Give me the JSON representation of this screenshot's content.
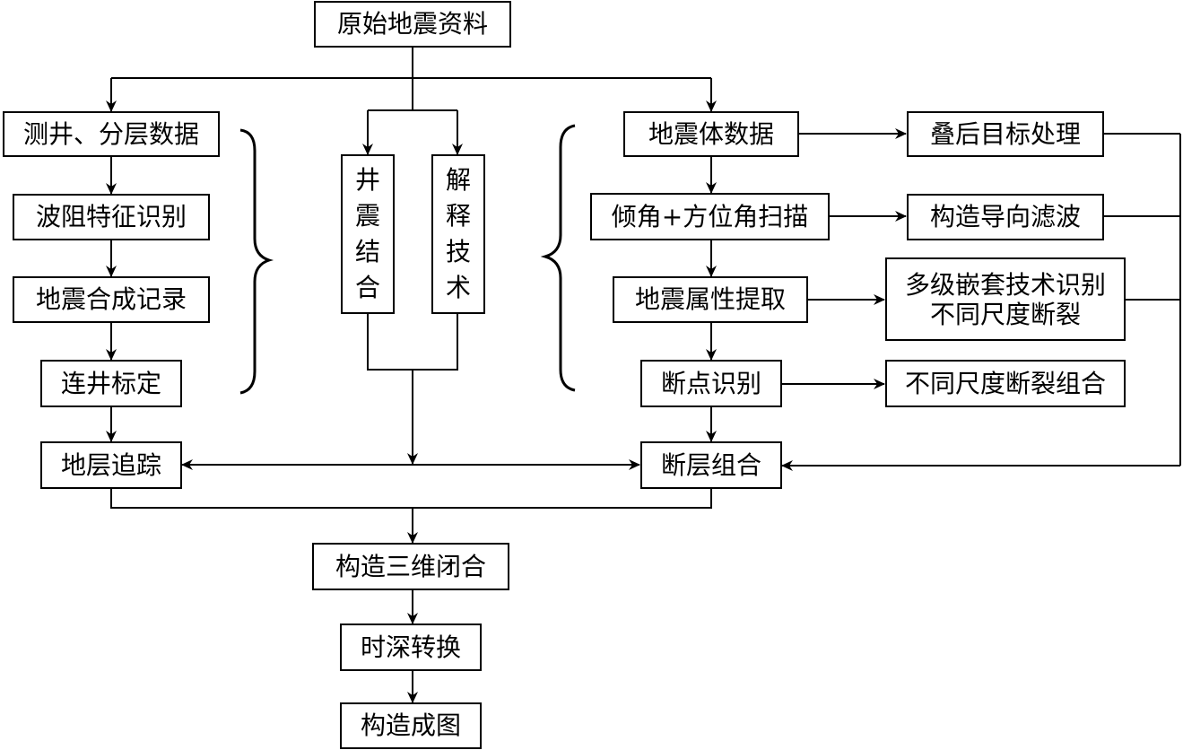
{
  "nodes": {
    "raw_data": "原始地震资料",
    "well_logs": "测井、分层数据",
    "impedance": "波阻特征识别",
    "synthetic": "地震合成记录",
    "well_calib": "连井标定",
    "horizon_track": "地层追踪",
    "well_seismic": [
      "井",
      "震",
      "结",
      "合"
    ],
    "interp_tech": [
      "解",
      "释",
      "技",
      "术"
    ],
    "seismic_volume": "地震体数据",
    "post_stack": "叠后目标处理",
    "dip_scan": "倾角+方位角扫描",
    "structure_filter": "构造导向滤波",
    "attr_extract": "地震属性提取",
    "multilevel": [
      "多级嵌套技术识别",
      "不同尺度断裂"
    ],
    "breakpoint": "断点识别",
    "fault_combo_scale": "不同尺度断裂组合",
    "fault_combo": "断层组合",
    "closure": "构造三维闭合",
    "time_depth": "时深转换",
    "mapping": "构造成图"
  }
}
